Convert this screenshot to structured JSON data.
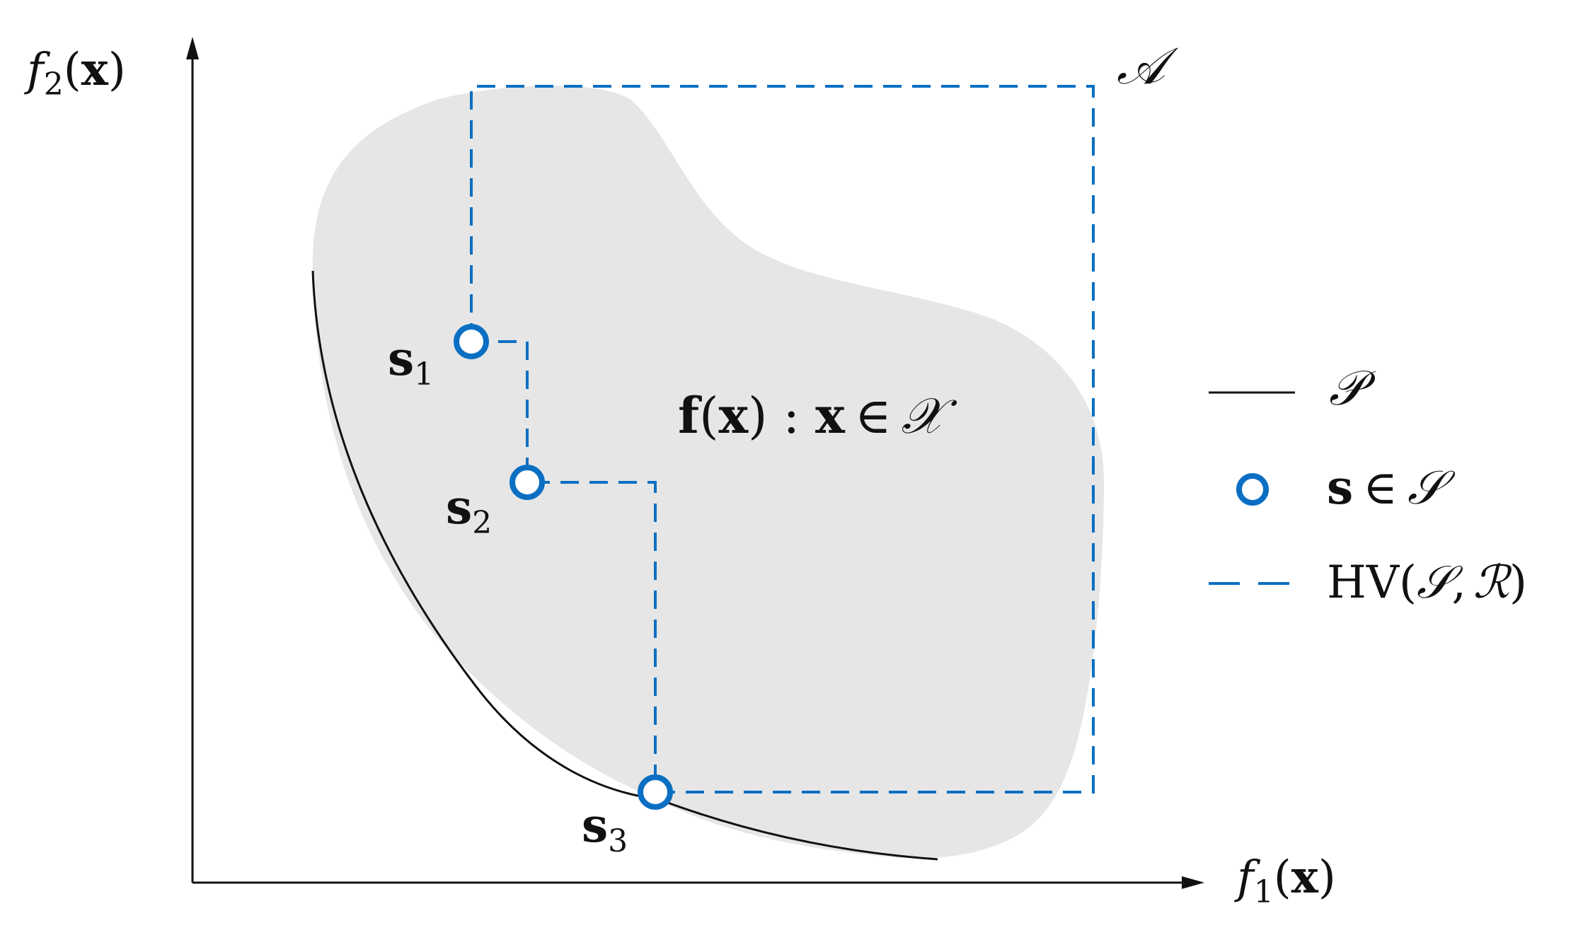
{
  "axes": {
    "x_label": {
      "f": "f",
      "sub": "1",
      "arg": "(",
      "x": "x",
      "close": ")"
    },
    "y_label": {
      "f": "f",
      "sub": "2",
      "arg": "(",
      "x": "x",
      "close": ")"
    }
  },
  "region_label": {
    "f": "f",
    "open": "(",
    "x": "x",
    "close": ")",
    "colon": ":",
    "x2": "x",
    "in": "∈",
    "set": "𝒳"
  },
  "reference_label": "𝒜",
  "points": [
    {
      "name": "s",
      "sub": "1"
    },
    {
      "name": "s",
      "sub": "2"
    },
    {
      "name": "s",
      "sub": "3"
    }
  ],
  "legend": {
    "pareto": "𝒫",
    "samples": {
      "s": "s",
      "in": "∈",
      "set": "𝒮"
    },
    "hypervolume": {
      "hv": "HV",
      "open": "(",
      "s": "𝒮",
      "comma": ",",
      "r": "ℛ",
      "close": ")"
    }
  },
  "colors": {
    "region_fill": "#e6e6e6",
    "accent_blue": "#0a6fc2",
    "ink": "#111111"
  }
}
